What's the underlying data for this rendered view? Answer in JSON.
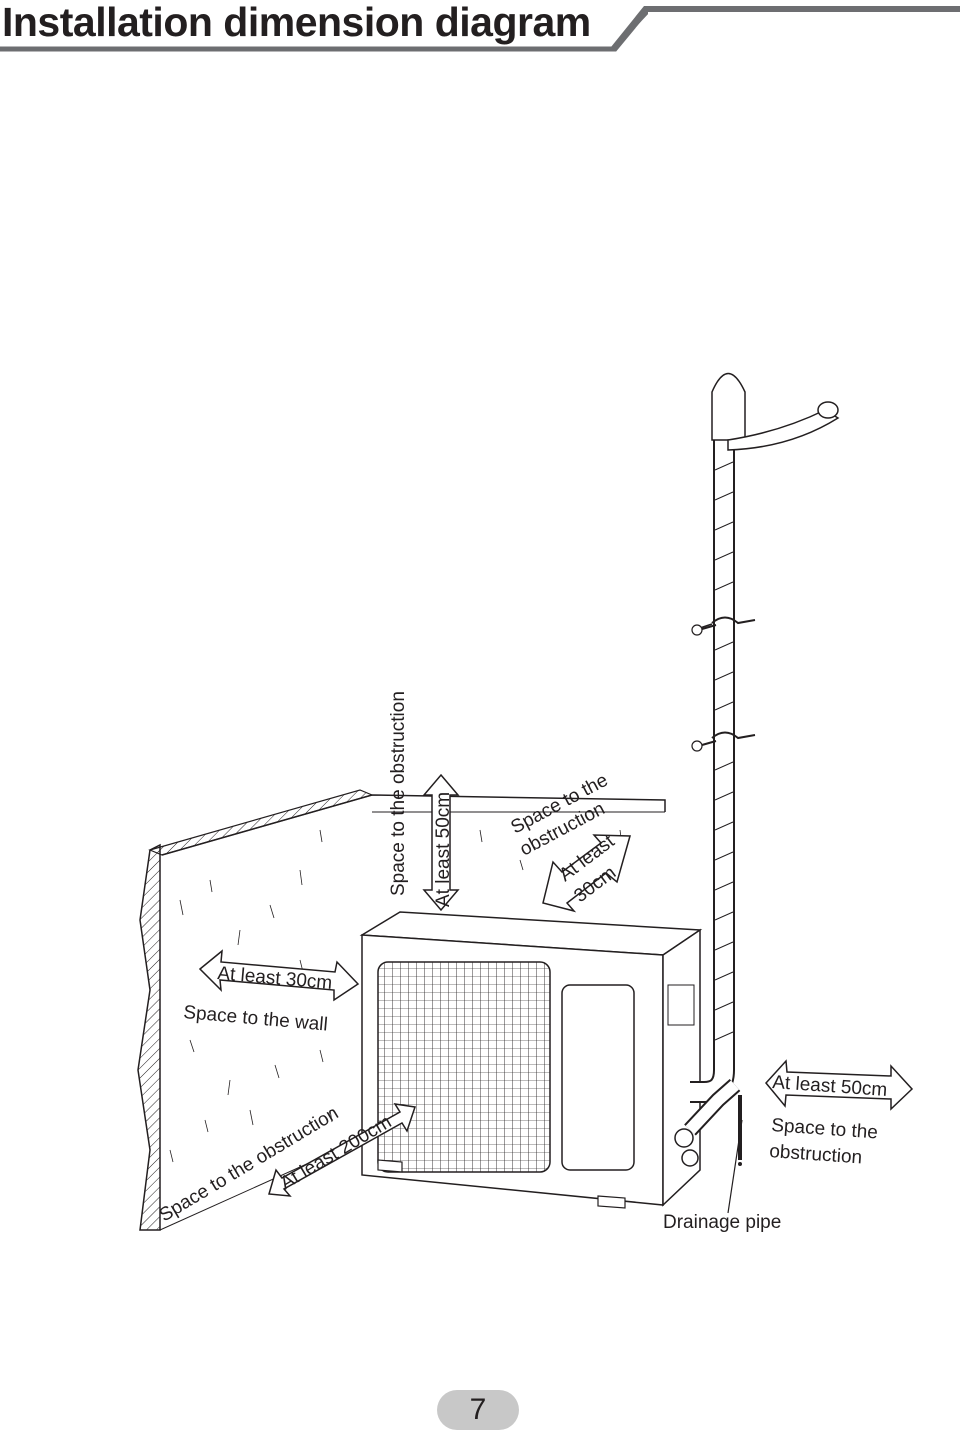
{
  "header": {
    "title": "Installation dimension diagram"
  },
  "annotations": {
    "top_space": "Space to the obstruction",
    "top_distance": "At least 50cm",
    "back_space_line1": "Space to the",
    "back_space_line2": "obstruction",
    "back_distance_line1": "At least",
    "back_distance_line2": "30cm",
    "left_distance": "At least 30cm",
    "left_space": "Space to the wall",
    "front_space": "Space to the obstruction",
    "front_distance": "At least 200cm",
    "right_distance": "At least 50cm",
    "right_space_line1": "Space to the",
    "right_space_line2": "obstruction",
    "drainage_label": "Drainage pipe"
  },
  "footer": {
    "page_number": "7"
  }
}
